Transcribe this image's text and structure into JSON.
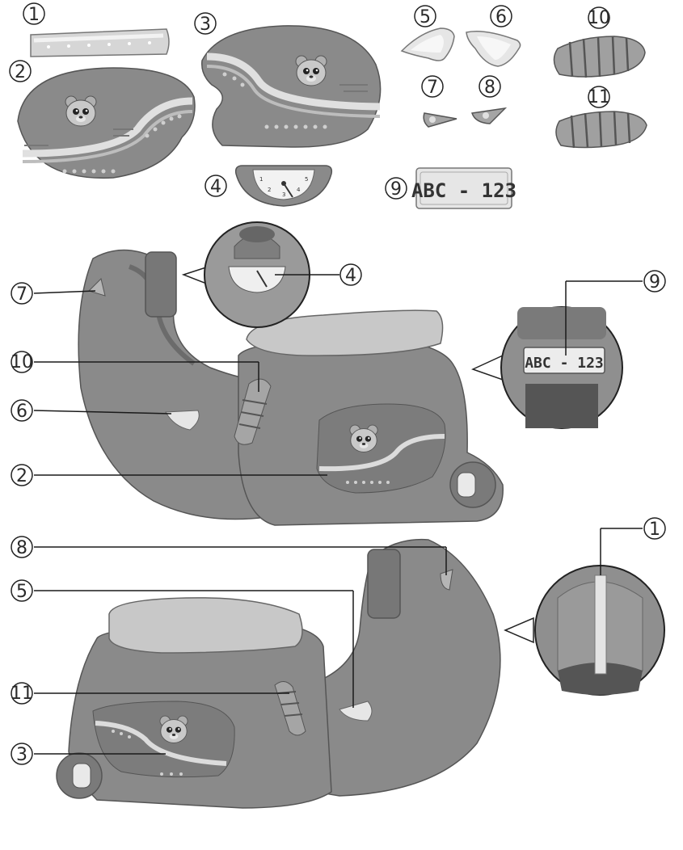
{
  "callouts": {
    "n1": "1",
    "n2": "2",
    "n3": "3",
    "n4": "4",
    "n5": "5",
    "n6": "6",
    "n7": "7",
    "n8": "8",
    "n9": "9",
    "n10": "10",
    "n11": "11"
  },
  "gauge": {
    "ticks": [
      "1",
      "2",
      "3",
      "4",
      "5"
    ]
  },
  "plate": {
    "text": "ABC - 123"
  },
  "colors": {
    "body": "#8a8a8a",
    "body_dark": "#6b6b6b",
    "seat": "#c8c8c8",
    "sticker_stripe": "#d9d9d9",
    "line": "#1a1a1a"
  }
}
